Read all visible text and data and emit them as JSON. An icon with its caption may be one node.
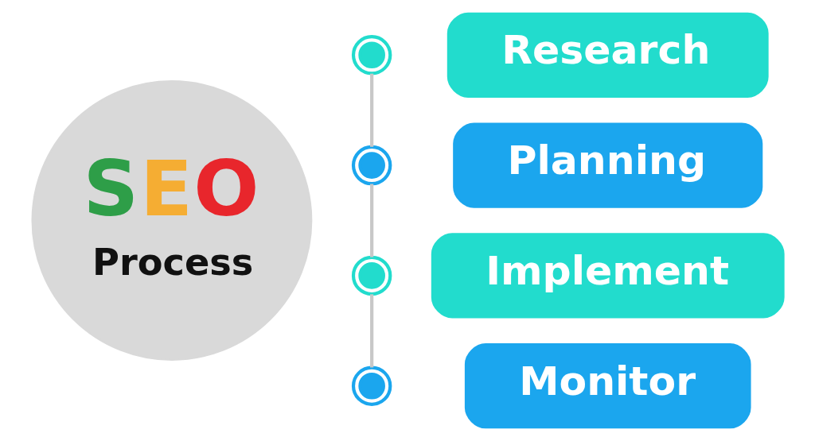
{
  "diagram": {
    "nodes": [
      {
        "text": [
          "SEO",
          "Process"
        ]
      },
      {
        "text": [
          "Research"
        ]
      },
      {
        "text": [
          "Planning"
        ]
      },
      {
        "text": [
          "Implement"
        ]
      },
      {
        "text": [
          "Monitor"
        ]
      },
      {
        "text": [],
        "shape": "circle"
      },
      {
        "text": [],
        "shape": "circle"
      },
      {
        "text": [],
        "shape": "circle"
      },
      {
        "text": [],
        "shape": "circle"
      }
    ],
    "edges": [
      {
        "from": 5,
        "to": 6,
        "arrow": "none"
      },
      {
        "from": 6,
        "to": 7,
        "arrow": "none"
      },
      {
        "from": 7,
        "to": 8,
        "arrow": "none"
      }
    ]
  }
}
